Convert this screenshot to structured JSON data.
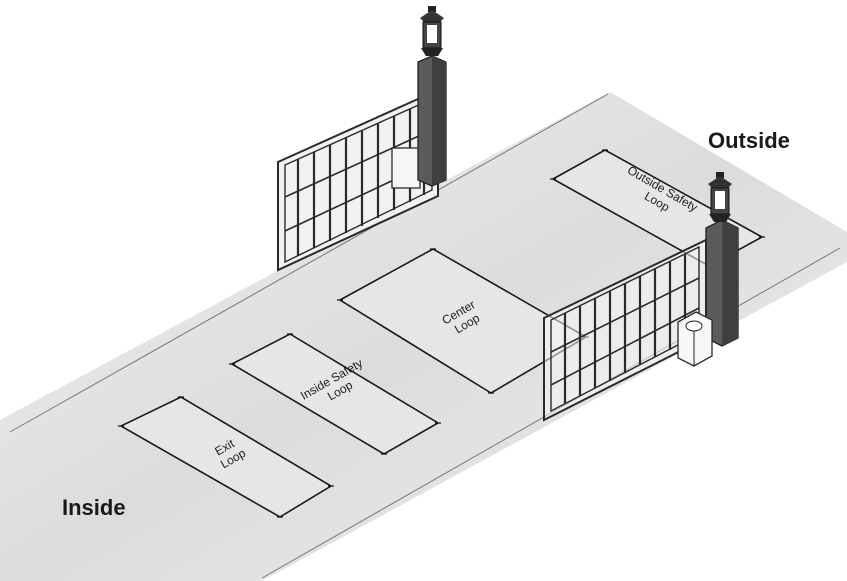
{
  "labels": {
    "outside": "Outside",
    "inside": "Inside"
  },
  "loops": {
    "exit": {
      "line1": "Exit",
      "line2": "Loop"
    },
    "inside_safety": {
      "line1": "Inside Safety",
      "line2": "Loop"
    },
    "center": {
      "line1": "Center",
      "line2": "Loop"
    },
    "outside_safety": {
      "line1": "Outside Safety",
      "line2": "Loop"
    }
  }
}
